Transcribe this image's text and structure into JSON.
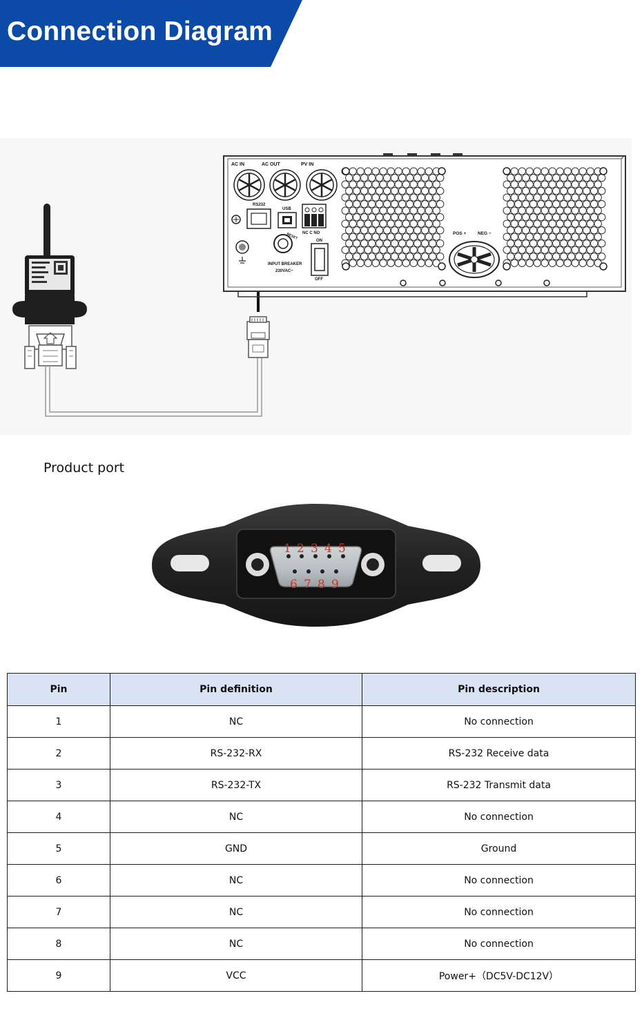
{
  "header": {
    "title": "Connection Diagram",
    "color": "#0b4aa6"
  },
  "diagram": {
    "inverter_labels": {
      "ac_in": "AC IN",
      "ac_out": "AC OUT",
      "pv_in": "PV IN",
      "rs232": "RS232",
      "usb": "USB",
      "relay": "NC C NO",
      "pos": "POS +",
      "neg": "NEG −",
      "on": "ON",
      "off": "OFF",
      "breaker": "INPUT BREAKER",
      "breaker_rating": "230VAC~",
      "reset": "RESET"
    },
    "icons": [
      "wifi-dongle-icon",
      "db9-connector-icon",
      "rj45-plug-icon",
      "inverter-icon"
    ]
  },
  "product_port": {
    "heading": "Product port",
    "top_pins": [
      "1",
      "2",
      "3",
      "4",
      "5"
    ],
    "bottom_pins": [
      "6",
      "7",
      "8",
      "9"
    ],
    "pin_label_color": "#c0392b"
  },
  "pin_table": {
    "headers": [
      "Pin",
      "Pin definition",
      "Pin description"
    ],
    "rows": [
      [
        "1",
        "NC",
        "No connection"
      ],
      [
        "2",
        "RS-232-RX",
        "RS-232 Receive data"
      ],
      [
        "3",
        "RS-232-TX",
        "RS-232 Transmit data"
      ],
      [
        "4",
        "NC",
        "No connection"
      ],
      [
        "5",
        "GND",
        "Ground"
      ],
      [
        "6",
        "NC",
        "No connection"
      ],
      [
        "7",
        "NC",
        "No connection"
      ],
      [
        "8",
        "NC",
        "No connection"
      ],
      [
        "9",
        "VCC",
        "Power+（DC5V-DC12V）"
      ]
    ],
    "header_bg": "#d9e3f3"
  }
}
